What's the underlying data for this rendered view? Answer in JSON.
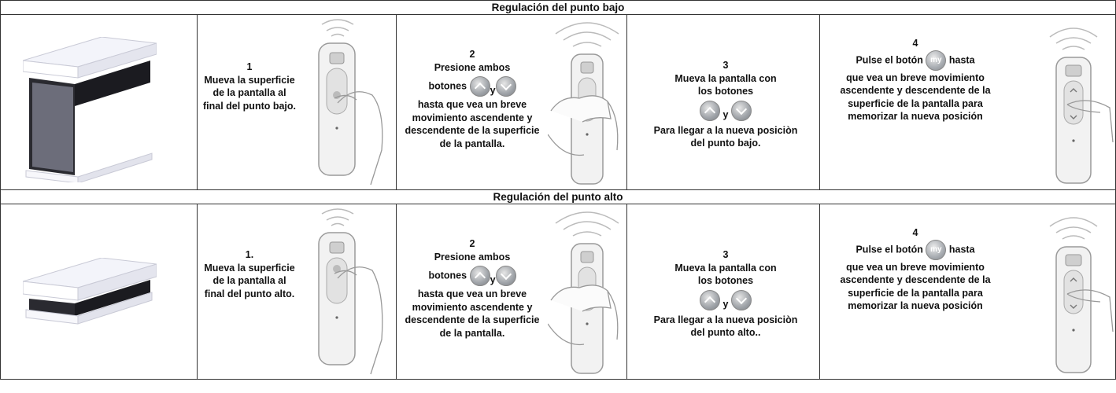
{
  "sections": [
    {
      "title": "Regulación del punto bajo",
      "steps": [
        {
          "number": "1",
          "text": "Mueva la superficie de la pantalla al final del punto bajo."
        },
        {
          "number": "2",
          "line1": "Presione ambos",
          "line2": "botones",
          "y": "y",
          "rest": "hasta que vea un breve movimiento ascendente y descendente de la superficie de la pantalla."
        },
        {
          "number": "3",
          "line1": "Mueva la pantalla con los botones",
          "y": "y",
          "rest": "Para llegar a la nueva posiciòn del punto bajo."
        },
        {
          "number": "4",
          "pre": "Pulse el botón",
          "post": "hasta",
          "rest": "que vea un breve movimiento ascendente y descendente de la superficie de la pantalla para memorizar la nueva posición"
        }
      ]
    },
    {
      "title": "Regulación del punto alto",
      "steps": [
        {
          "number": "1.",
          "text": "Mueva la superficie de la pantalla al final del punto alto."
        },
        {
          "number": "2",
          "line1": "Presione ambos",
          "line2": "botones",
          "y": "y",
          "rest": "hasta que vea un breve movimiento ascendente y descendente de la superficie de la pantalla."
        },
        {
          "number": "3",
          "line1": "Mueva la pantalla con los botones",
          "y": "y",
          "rest": "Para llegar a la nueva posiciòn del punto alto.."
        },
        {
          "number": "4",
          "pre": "Pulse el botón",
          "post": "hasta",
          "rest": "que vea un breve movimiento ascendente y descendente de la superficie de la pantalla para memorizar la nueva posición"
        }
      ]
    }
  ],
  "my_button_label": "my",
  "icons": {
    "up": "up-arrow-button-icon",
    "down": "down-arrow-button-icon",
    "my": "my-button-icon"
  }
}
